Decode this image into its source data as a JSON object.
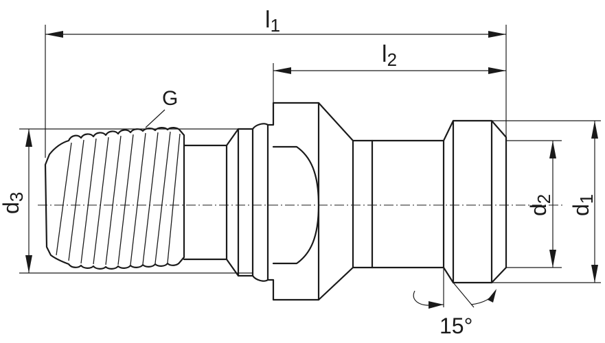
{
  "labels": {
    "l1": "l",
    "l1_sub": "1",
    "l2": "l",
    "l2_sub": "2",
    "g": "G",
    "d1": "d",
    "d1_sub": "1",
    "d2": "d",
    "d2_sub": "2",
    "d3": "d",
    "d3_sub": "3",
    "angle": "15°"
  },
  "colors": {
    "line": "#1a1a1a",
    "background": "#ffffff"
  }
}
